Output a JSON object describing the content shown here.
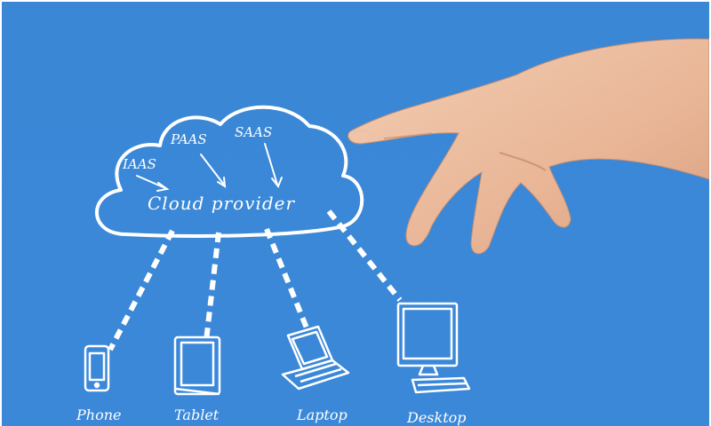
{
  "diagram": {
    "center_label": "Cloud provider",
    "service_models": [
      "IAAS",
      "PAAS",
      "SAAS"
    ],
    "devices": [
      {
        "label": "Phone",
        "icon": "phone-icon"
      },
      {
        "label": "Tablet",
        "icon": "tablet-icon"
      },
      {
        "label": "Laptop",
        "icon": "laptop-icon"
      },
      {
        "label": "Desktop",
        "icon": "desktop-icon"
      }
    ]
  },
  "colors": {
    "background": "#3a87d6",
    "ink": "#ffffff",
    "skin": "#f0c4a6"
  }
}
